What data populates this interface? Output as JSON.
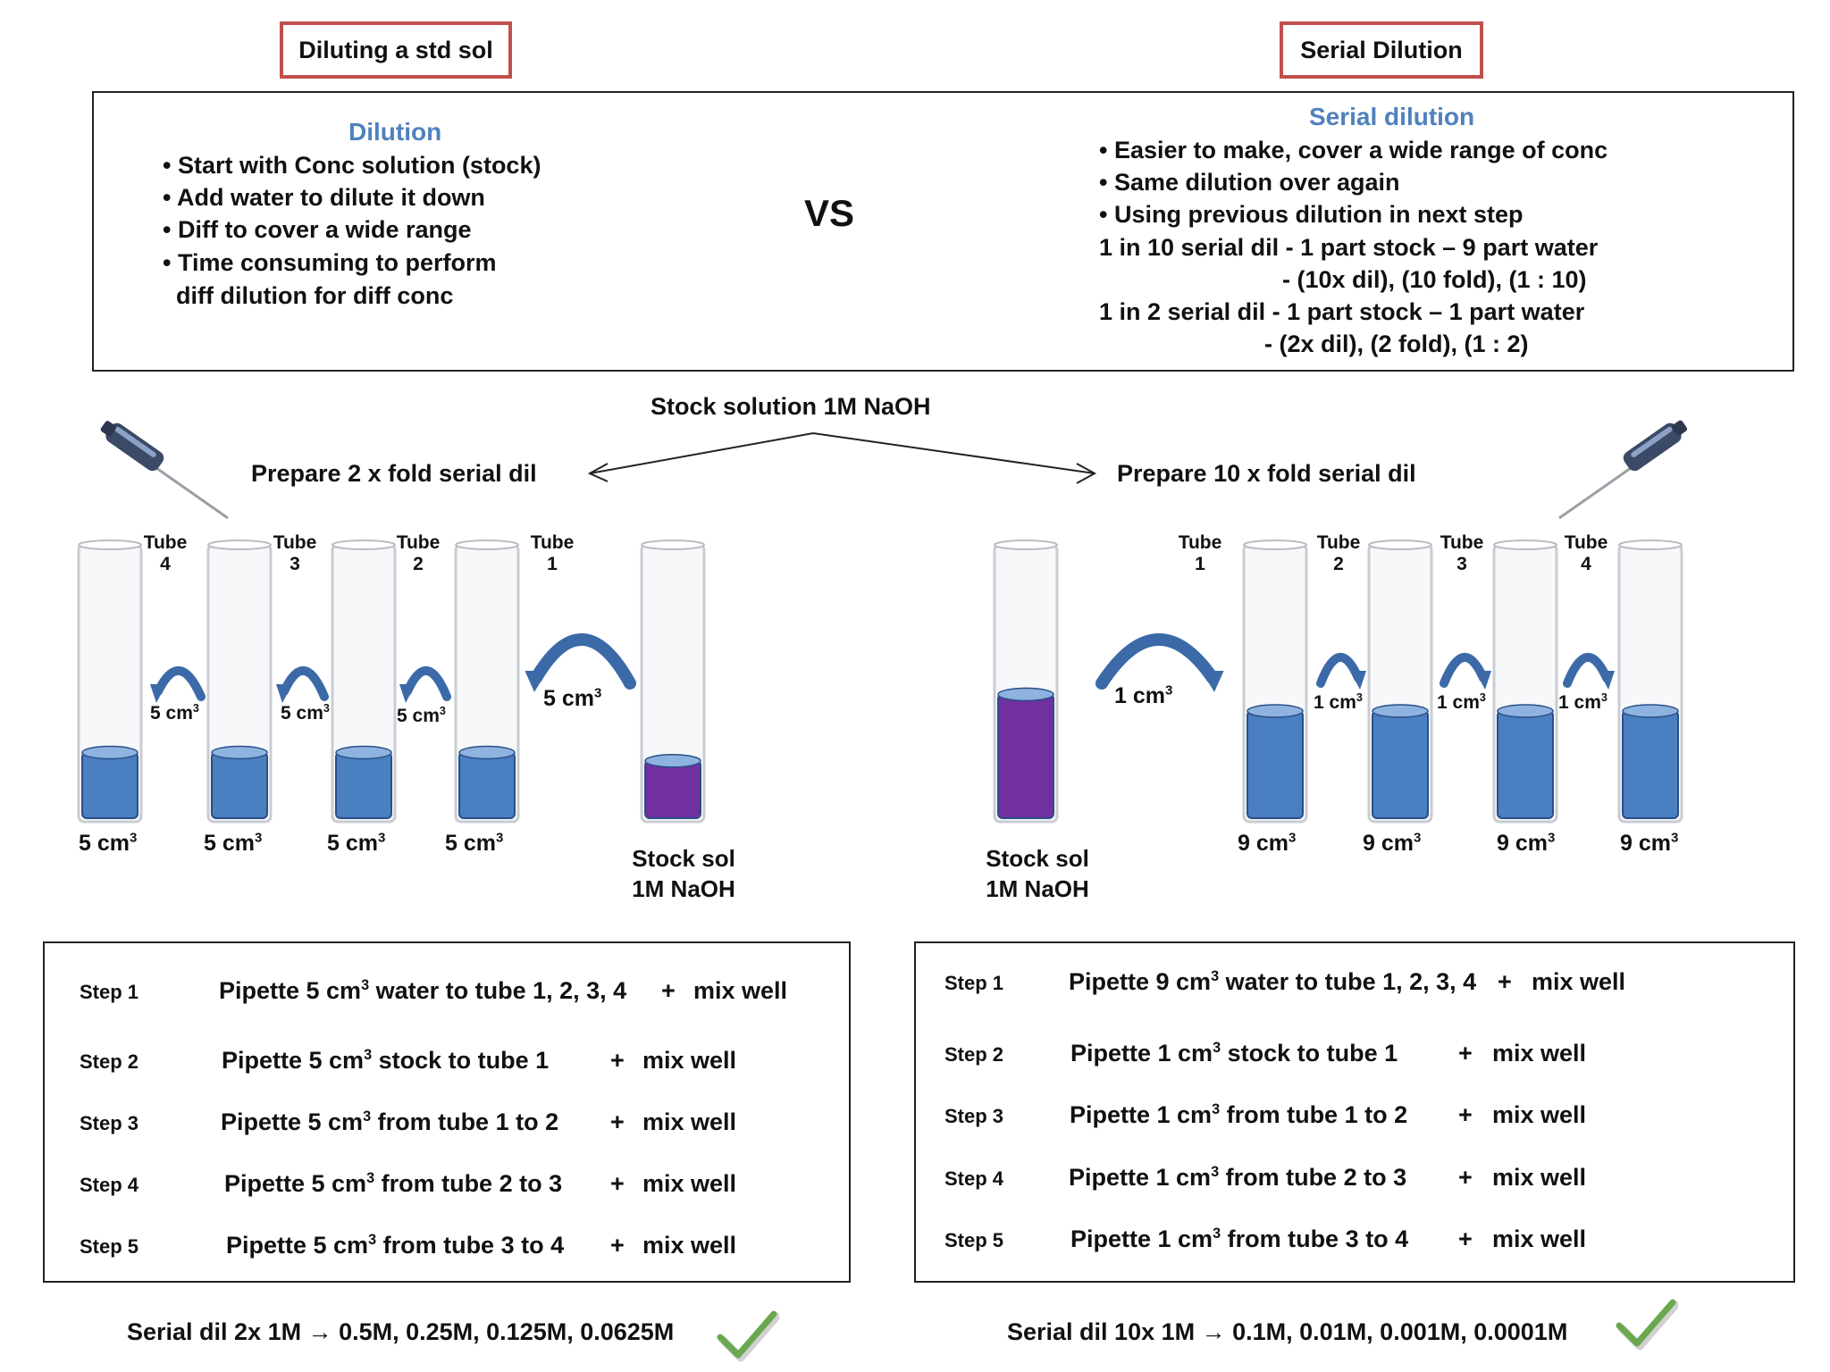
{
  "titles": {
    "left": "Diluting a std sol",
    "right": "Serial Dilution"
  },
  "comparison": {
    "left_heading": "Dilution",
    "left_points": [
      "• Start with Conc solution (stock)",
      "• Add water to dilute it down",
      "• Diff to cover a wide range",
      "• Time consuming to perform",
      "diff  dilution for diff conc"
    ],
    "vs": "VS",
    "right_heading": "Serial dilution",
    "right_points": [
      "• Easier to make, cover a wide range of conc",
      "• Same dilution over again",
      "• Using previous dilution in next step",
      "1 in 10 serial dil -  1 part stock – 9 part water",
      "- (10x dil), (10 fold), (1 : 10)",
      "1 in 2 serial dil -  1 part stock – 1 part water",
      "-  (2x dil), (2 fold), (1 : 2)"
    ]
  },
  "stock_label": "Stock solution 1M NaOH",
  "left_setup": {
    "title": "Prepare 2 x fold serial dil",
    "tubes": [
      {
        "line1": "Tube",
        "line2": "4",
        "volume": "5 cm",
        "fill": 0.25,
        "color": "#4a7fc1"
      },
      {
        "line1": "Tube",
        "line2": "3",
        "volume": "5 cm",
        "fill": 0.25,
        "color": "#4a7fc1"
      },
      {
        "line1": "Tube",
        "line2": "2",
        "volume": "5 cm",
        "fill": 0.25,
        "color": "#4a7fc1"
      },
      {
        "line1": "Tube",
        "line2": "1",
        "volume": "5 cm",
        "fill": 0.25,
        "color": "#4a7fc1"
      }
    ],
    "transfers": [
      "5 cm",
      "5 cm",
      "5 cm",
      "5 cm"
    ],
    "stock_line1": "Stock sol",
    "stock_line2": "1M NaOH",
    "steps": [
      {
        "label": "Step 1",
        "text": "Pipette 5 cm",
        "rest": " water to tube 1, 2, 3, 4",
        "plus": "+",
        "mix": "mix well"
      },
      {
        "label": "Step 2",
        "text": "Pipette 5 cm",
        "rest": " stock to tube 1",
        "plus": "+",
        "mix": "mix well"
      },
      {
        "label": "Step 3",
        "text": "Pipette 5 cm",
        "rest": " from tube 1 to 2",
        "plus": "+",
        "mix": "mix well"
      },
      {
        "label": "Step 4",
        "text": "Pipette 5 cm",
        "rest": " from tube 2 to 3",
        "plus": "+",
        "mix": "mix well"
      },
      {
        "label": "Step 5",
        "text": "Pipette 5 cm",
        "rest": " from tube 3 to 4",
        "plus": "+",
        "mix": "mix well"
      }
    ],
    "summary": "Serial dil 2x  1M → 0.5M, 0.25M, 0.125M, 0.0625M"
  },
  "right_setup": {
    "title": "Prepare 10 x fold serial dil",
    "stock_line1": "Stock sol",
    "stock_line2": "1M NaOH",
    "tubes": [
      {
        "line1": "Tube",
        "line2": "1",
        "volume": "9 cm",
        "fill": 0.4,
        "color": "#4a7fc1"
      },
      {
        "line1": "Tube",
        "line2": "2",
        "volume": "9 cm",
        "fill": 0.4,
        "color": "#4a7fc1"
      },
      {
        "line1": "Tube",
        "line2": "3",
        "volume": "9 cm",
        "fill": 0.4,
        "color": "#4a7fc1"
      },
      {
        "line1": "Tube",
        "line2": "4",
        "volume": "9 cm",
        "fill": 0.4,
        "color": "#4a7fc1"
      }
    ],
    "transfers": [
      "1 cm",
      "1 cm",
      "1 cm",
      "1 cm"
    ],
    "steps": [
      {
        "label": "Step 1",
        "text": "Pipette 9 cm",
        "rest": " water to tube 1, 2, 3, 4",
        "plus": "+",
        "mix": "mix well"
      },
      {
        "label": "Step 2",
        "text": "Pipette 1 cm",
        "rest": " stock to tube 1",
        "plus": "+",
        "mix": "mix well"
      },
      {
        "label": "Step 3",
        "text": "Pipette 1 cm",
        "rest": " from tube 1 to 2",
        "plus": "+",
        "mix": "mix well"
      },
      {
        "label": "Step 4",
        "text": "Pipette 1 cm",
        "rest": " from tube 2 to 3",
        "plus": "+",
        "mix": "mix well"
      },
      {
        "label": "Step 5",
        "text": "Pipette 1 cm",
        "rest": " from tube 3 to 4",
        "plus": "+",
        "mix": "mix well"
      }
    ],
    "summary": "Serial dil 10x  1M → 0.1M, 0.01M, 0.001M, 0.0001M"
  },
  "unit_superscript": "3",
  "colors": {
    "water": "#4a7fc1",
    "stock": "#7030a0",
    "accent_box": "#c0504d",
    "heading": "#4f81bd",
    "check": "#6aa84f"
  },
  "icons": [
    "pipette-icon",
    "curved-arrow-icon",
    "check-mark-icon"
  ]
}
